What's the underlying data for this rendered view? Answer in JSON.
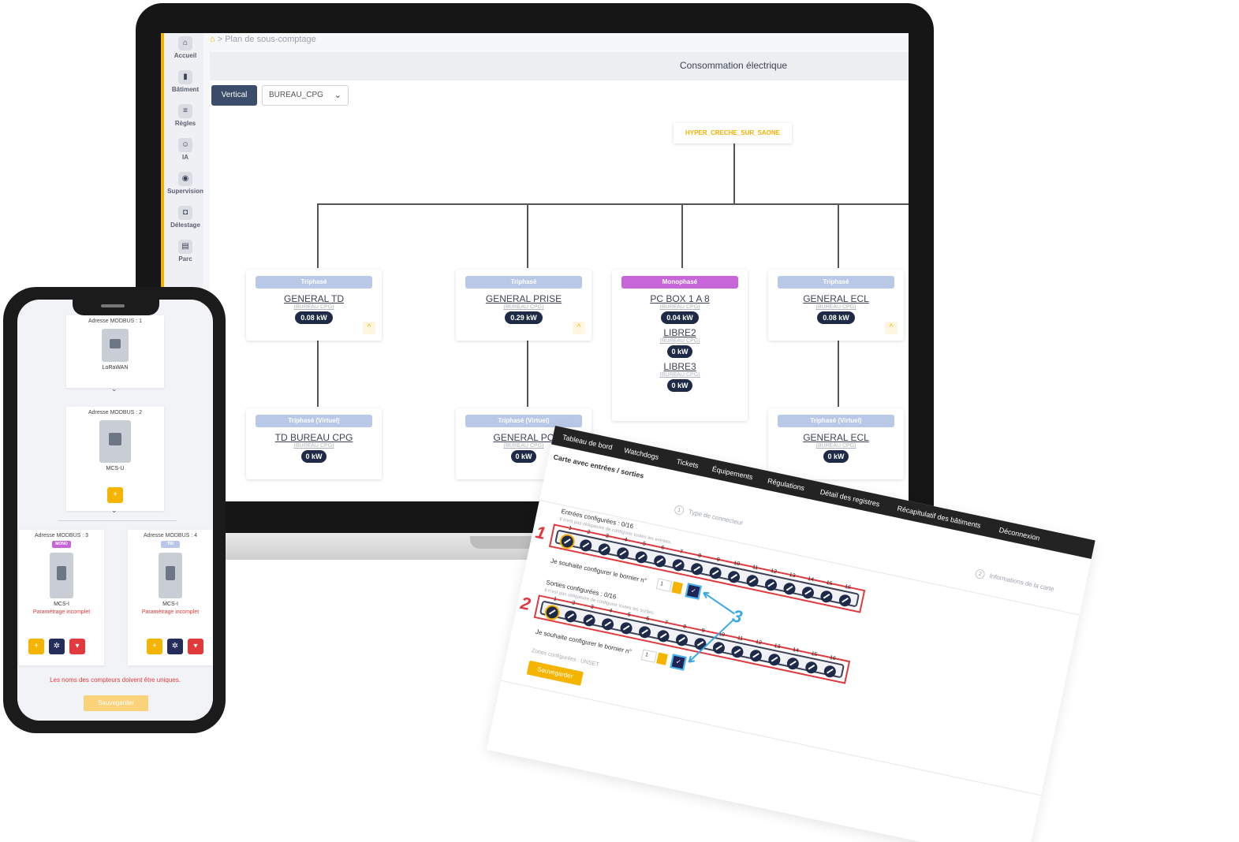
{
  "laptop": {
    "breadcrumb": "Plan de sous-comptage",
    "breadcrumb_sep": ">",
    "top_title": "Consommation électrique",
    "sidebar": [
      {
        "label": "Accueil",
        "icon": "home-icon",
        "glyph": "⌂"
      },
      {
        "label": "Bâtiment",
        "icon": "building-icon",
        "glyph": "▮"
      },
      {
        "label": "Règles",
        "icon": "rules-icon",
        "glyph": "≡"
      },
      {
        "label": "IA",
        "icon": "robot-icon",
        "glyph": "☺"
      },
      {
        "label": "Supervision",
        "icon": "eye-icon",
        "glyph": "◉"
      },
      {
        "label": "Délestage",
        "icon": "delestage-icon",
        "glyph": "◘"
      },
      {
        "label": "Parc",
        "icon": "parc-icon",
        "glyph": "▤"
      }
    ],
    "vertical_btn": "Vertical",
    "select_value": "BUREAU_CPG",
    "root": "HYPER_CRECHE_SUR_SAONE",
    "cards_top": [
      {
        "phase": "Triphasé",
        "name": "GENERAL TD",
        "sub": "(BUREAU CPG)",
        "value": "0.08 kW"
      },
      {
        "phase": "Triphasé",
        "name": "GENERAL PRISE",
        "sub": "(BUREAU CPG)",
        "value": "0.29 kW"
      },
      {
        "phase": "Monophasé",
        "name": "PC BOX 1 A 8",
        "sub": "(BUREAU CPG)",
        "value": "0.04 kW",
        "extra": [
          {
            "name": "LIBRE2",
            "sub": "(BUREAU CPG)",
            "value": "0 kW"
          },
          {
            "name": "LIBRE3",
            "sub": "(BUREAU CPG)",
            "value": "0 kW"
          }
        ]
      },
      {
        "phase": "Triphasé",
        "name": "GENERAL ECL",
        "sub": "(BUREAU CPG)",
        "value": "0.08 kW"
      }
    ],
    "cards_bottom": [
      {
        "phase": "Triphasé (Virtuel)",
        "name": "TD BUREAU CPG",
        "sub": "(BUREAU CPG)",
        "value": "0 kW"
      },
      {
        "phase": "Triphasé (Virtuel)",
        "name": "GENERAL PC",
        "sub": "(BUREAU CPG)",
        "value": "0 kW"
      },
      {
        "phase": "Triphasé (Virtuel)",
        "name": "GENERAL ECL",
        "sub": "(BUREAU CPG)",
        "value": "0 kW"
      }
    ]
  },
  "phone": {
    "modules": [
      {
        "address": "Adresse MODBUS : 1",
        "label": "LoRaWAN"
      },
      {
        "address": "Adresse MODBUS : 2",
        "label": "MCS-U"
      },
      {
        "address": "Adresse MODBUS : 3",
        "tag": "MONO",
        "label": "MCS-I",
        "warning": "Paramétrage incomplet"
      },
      {
        "address": "Adresse MODBUS : 4",
        "tag": "TRI",
        "label": "MCS-I",
        "warning": "Paramétrage incomplet"
      }
    ],
    "unique_msg": "Les noms des compteurs doivent être uniques.",
    "save": "Sauvegarder"
  },
  "io_panel": {
    "nav": [
      "Tableau de bord",
      "Watchdogs",
      "Tickets",
      "Équipements",
      "Régulations",
      "Détail des registres",
      "Récapitulatif des bâtiments",
      "Déconnexion"
    ],
    "title": "Carte avec entrées / sorties",
    "step1_num": "1",
    "step1": "Type de connecteur",
    "step2_num": "2",
    "step2": "Informations de la carte",
    "inputs_label": "Entrées configurées : 0/16",
    "inputs_hint": "Il n'est pas obligatoire de configurer toutes les entrées.",
    "outputs_label": "Sorties configurées : 0/16",
    "outputs_hint": "Il n'est pas obligatoire de configurer toutes les sorties.",
    "configure_q": "Je souhaite configurer le bornier n°",
    "configure_value": "1",
    "zones_label": "Zones configurées : UNSET",
    "save": "Sauvegarder",
    "terminals": [
      "1",
      "2",
      "3",
      "4",
      "5",
      "6",
      "7",
      "8",
      "9",
      "10",
      "11",
      "12",
      "13",
      "14",
      "15",
      "16"
    ],
    "callouts": [
      "1",
      "2",
      "3"
    ]
  },
  "colors": {
    "accent": "#f4b000",
    "navy": "#1f2b46",
    "mono": "#c766d8",
    "tri": "#b8c8e6",
    "alert": "#e0393e",
    "callout_blue": "#3aa8e8"
  }
}
